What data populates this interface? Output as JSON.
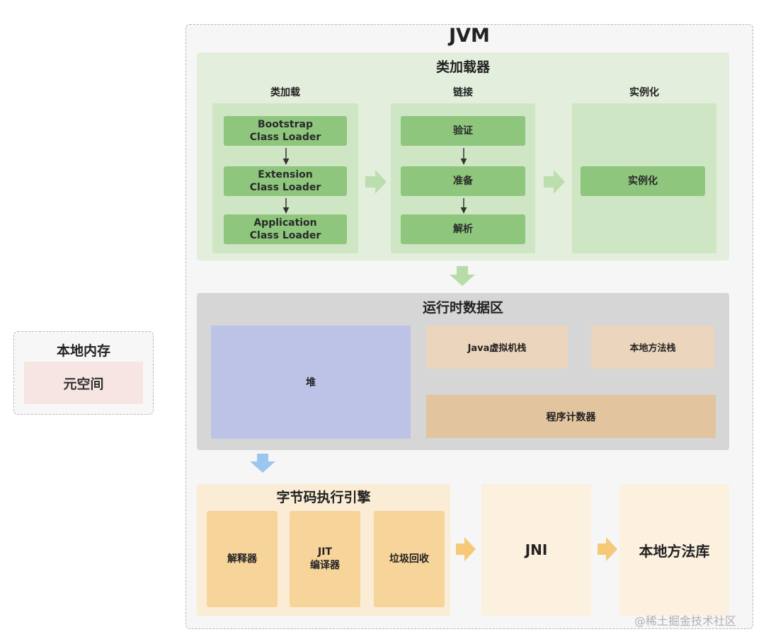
{
  "local_memory": {
    "title": "本地内存",
    "metaspace": "元空间"
  },
  "jvm": {
    "title": "JVM",
    "class_loader": {
      "title": "类加载器",
      "loading": {
        "title": "类加载",
        "items": [
          "Bootstrap\nClass Loader",
          "Extension\nClass Loader",
          "Application\nClass Loader"
        ]
      },
      "linking": {
        "title": "链接",
        "items": [
          "验证",
          "准备",
          "解析"
        ]
      },
      "init": {
        "title": "实例化",
        "items": [
          "实例化"
        ]
      }
    },
    "runtime": {
      "title": "运行时数据区",
      "heap": "堆",
      "java_stack": "Java虚拟机栈",
      "native_stack": "本地方法栈",
      "pc": "程序计数器"
    },
    "engine": {
      "title": "字节码执行引擎",
      "items": [
        "解释器",
        "JIT\n编译器",
        "垃圾回收"
      ]
    },
    "jni": "JNI",
    "native_lib": "本地方法库"
  },
  "watermark": "@稀土掘金技术社区",
  "colors": {
    "arrow_green": "#b7dca9",
    "arrow_blue": "#9cc6f0",
    "arrow_orange": "#f5c978"
  }
}
